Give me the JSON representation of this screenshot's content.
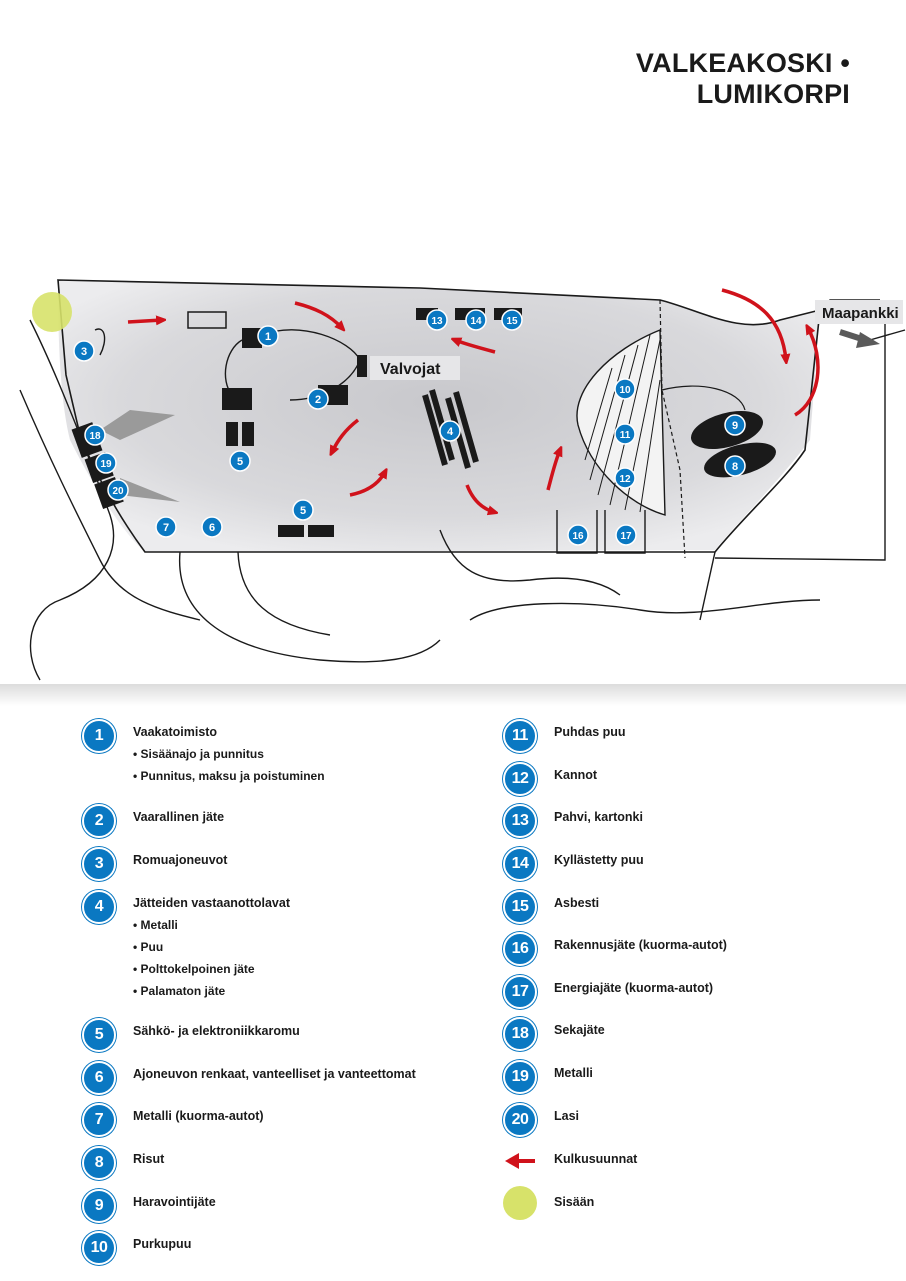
{
  "title": "VALKEAKOSKI • LUMIKORPI",
  "map": {
    "labels": {
      "valvojat": "Valvojat",
      "maapankki": "Maapankki"
    },
    "markers": [
      "1",
      "2",
      "3",
      "4",
      "5",
      "5",
      "6",
      "7",
      "8",
      "9",
      "10",
      "11",
      "12",
      "13",
      "14",
      "15",
      "16",
      "17",
      "18",
      "19",
      "20"
    ]
  },
  "legend": {
    "left": [
      {
        "num": "1",
        "label": "Vaakatoimisto",
        "subs": [
          "• Sisäänajo ja punnitus",
          "• Punnitus, maksu ja poistuminen"
        ]
      },
      {
        "num": "2",
        "label": "Vaarallinen jäte",
        "subs": []
      },
      {
        "num": "3",
        "label": "Romuajoneuvot",
        "subs": []
      },
      {
        "num": "4",
        "label": "Jätteiden vastaanottolavat",
        "subs": [
          "• Metalli",
          "• Puu",
          "• Polttokelpoinen jäte",
          "• Palamaton jäte"
        ]
      },
      {
        "num": "5",
        "label": "Sähkö- ja elektroniikkaromu",
        "subs": []
      },
      {
        "num": "6",
        "label": "Ajoneuvon renkaat, vanteelliset ja vanteettomat",
        "subs": []
      },
      {
        "num": "7",
        "label": "Metalli (kuorma-autot)",
        "subs": []
      },
      {
        "num": "8",
        "label": "Risut",
        "subs": []
      },
      {
        "num": "9",
        "label": "Haravointijäte",
        "subs": []
      },
      {
        "num": "10",
        "label": "Purkupuu",
        "subs": []
      }
    ],
    "right": [
      {
        "num": "11",
        "label": "Puhdas puu"
      },
      {
        "num": "12",
        "label": "Kannot"
      },
      {
        "num": "13",
        "label": "Pahvi, kartonki"
      },
      {
        "num": "14",
        "label": "Kyllästetty puu"
      },
      {
        "num": "15",
        "label": "Asbesti"
      },
      {
        "num": "16",
        "label": "Rakennusjäte (kuorma-autot)"
      },
      {
        "num": "17",
        "label": "Energiajäte (kuorma-autot)"
      },
      {
        "num": "18",
        "label": "Sekajäte"
      },
      {
        "num": "19",
        "label": "Metalli"
      },
      {
        "num": "20",
        "label": "Lasi"
      }
    ],
    "extras": {
      "traffic": "Kulkusuunnat",
      "entrance": "Sisään"
    }
  },
  "colors": {
    "badge": "#0a78c2",
    "arrow": "#d0121b",
    "entrance": "#d7e26a",
    "structure": "#1a1a1a"
  }
}
